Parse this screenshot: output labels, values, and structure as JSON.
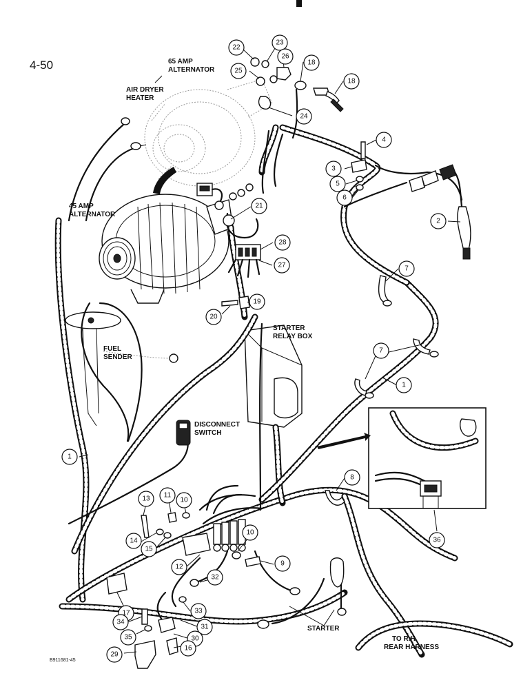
{
  "page": {
    "number": "4-50",
    "figure_ref": "B911681-45"
  },
  "labels": {
    "alt65_line1": "65 AMP",
    "alt65_line2": "ALTERNATOR",
    "air_dryer_line1": "AIR DRYER",
    "air_dryer_line2": "HEATER",
    "alt45_line1": "45 AMP",
    "alt45_line2": "ALTERNATOR",
    "fuel_line1": "FUEL",
    "fuel_line2": "SENDER",
    "starter_relay_line1": "STARTER",
    "starter_relay_line2": "RELAY BOX",
    "disconnect_line1": "DISCONNECT",
    "disconnect_line2": "SWITCH",
    "starter": "STARTER",
    "rear_line1": "TO R.H.",
    "rear_line2": "REAR HARNESS"
  },
  "callouts": [
    {
      "id": "c22",
      "number": "22"
    },
    {
      "id": "c23",
      "number": "23"
    },
    {
      "id": "c26",
      "number": "26"
    },
    {
      "id": "c18a",
      "number": "18"
    },
    {
      "id": "c25",
      "number": "25"
    },
    {
      "id": "c18b",
      "number": "18"
    },
    {
      "id": "c24",
      "number": "24"
    },
    {
      "id": "c4",
      "number": "4"
    },
    {
      "id": "c3",
      "number": "3"
    },
    {
      "id": "c5",
      "number": "5"
    },
    {
      "id": "c6",
      "number": "6"
    },
    {
      "id": "c2",
      "number": "2"
    },
    {
      "id": "c21",
      "number": "21"
    },
    {
      "id": "c28",
      "number": "28"
    },
    {
      "id": "c27",
      "number": "27"
    },
    {
      "id": "c7a",
      "number": "7"
    },
    {
      "id": "c19",
      "number": "19"
    },
    {
      "id": "c20",
      "number": "20"
    },
    {
      "id": "c7b",
      "number": "7"
    },
    {
      "id": "c1a",
      "number": "1"
    },
    {
      "id": "c1b",
      "number": "1"
    },
    {
      "id": "c8",
      "number": "8"
    },
    {
      "id": "c13",
      "number": "13"
    },
    {
      "id": "c11",
      "number": "11"
    },
    {
      "id": "c10a",
      "number": "10"
    },
    {
      "id": "c14",
      "number": "14"
    },
    {
      "id": "c15",
      "number": "15"
    },
    {
      "id": "c10b",
      "number": "10"
    },
    {
      "id": "c12",
      "number": "12"
    },
    {
      "id": "c9",
      "number": "9"
    },
    {
      "id": "c36",
      "number": "36"
    },
    {
      "id": "c32",
      "number": "32"
    },
    {
      "id": "c17",
      "number": "17"
    },
    {
      "id": "c33",
      "number": "33"
    },
    {
      "id": "c34",
      "number": "34"
    },
    {
      "id": "c31",
      "number": "31"
    },
    {
      "id": "c35",
      "number": "35"
    },
    {
      "id": "c30",
      "number": "30"
    },
    {
      "id": "c29",
      "number": "29"
    },
    {
      "id": "c16",
      "number": "16"
    }
  ]
}
